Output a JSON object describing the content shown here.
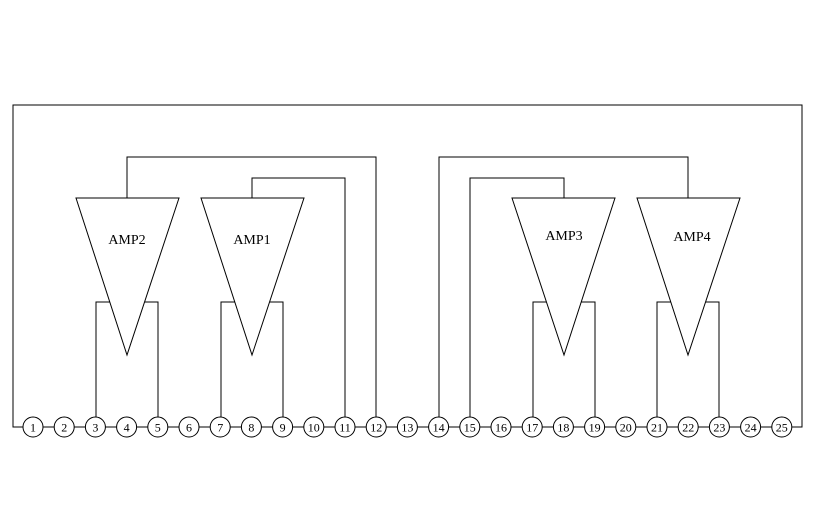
{
  "amplifiers": {
    "amp1": {
      "label": "AMP1"
    },
    "amp2": {
      "label": "AMP2"
    },
    "amp3": {
      "label": "AMP3"
    },
    "amp4": {
      "label": "AMP4"
    }
  },
  "pins": [
    "1",
    "2",
    "3",
    "4",
    "5",
    "6",
    "7",
    "8",
    "9",
    "10",
    "11",
    "12",
    "13",
    "14",
    "15",
    "16",
    "17",
    "18",
    "19",
    "20",
    "21",
    "22",
    "23",
    "24",
    "25"
  ]
}
